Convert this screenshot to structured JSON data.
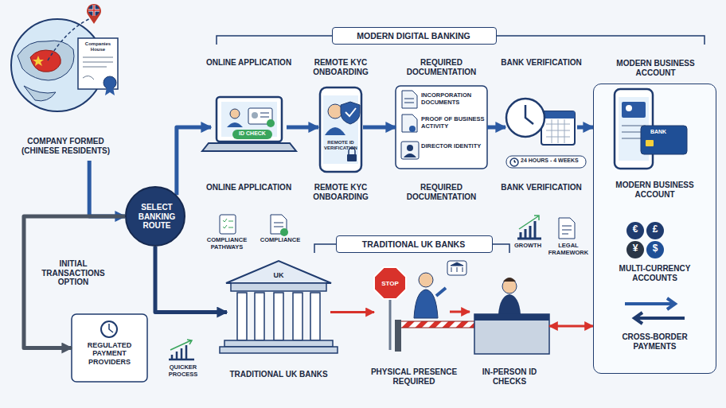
{
  "diagram": {
    "nodes": [
      {
        "text": [
          "COMPANY FORMED (CHINESE RESIDENTS)"
        ]
      },
      {
        "text": [
          "SELECT BANKING ROUTE"
        ]
      },
      {
        "text": [
          "MODERN DIGITAL BANKING"
        ]
      },
      {
        "text": [
          "ONLINE APPLICATION",
          "ID CHECK",
          "ONLINE APPLICATION"
        ]
      },
      {
        "text": [
          "REMOTE KYC ONBOARDING",
          "REMOTE ID VERIFICATION",
          "REMOTE KYC ONBOARDING"
        ]
      },
      {
        "text": [
          "REQUIRED DOCUMENTATION",
          "INCORPORATION DOCUMENTS",
          "PROOF OF BUSINESS ACTIVITY",
          "DIRECTOR IDENTITY",
          "REQUIRED DOCUMENTATION"
        ]
      },
      {
        "text": [
          "BANK VERIFICATION",
          "BANK VERIFICATION"
        ]
      },
      {
        "text": [
          "MODERN BUSINESS ACCOUNT",
          "BANK",
          "MODERN BUSINESS ACCOUNT",
          "MULTI-CURRENCY ACCOUNTS",
          "CROSS-BORDER PAYMENTS"
        ]
      },
      {
        "text": [
          "TRADITIONAL UK BANKS"
        ]
      },
      {
        "text": [
          "UK",
          "TRADITIONAL UK BANKS"
        ]
      },
      {
        "text": [
          "STOP",
          "PHYSICAL PRESENCE REQUIRED"
        ]
      },
      {
        "text": [
          "IN-PERSON ID CHECKS"
        ]
      },
      {
        "text": [
          "REGULATED PAYMENT PROVIDERS"
        ]
      }
    ],
    "edges": [
      {
        "from": 0,
        "to": 1,
        "arrow": "to"
      },
      {
        "from": 1,
        "to": 3,
        "arrow": "to"
      },
      {
        "from": 3,
        "to": 4,
        "arrow": "to"
      },
      {
        "from": 4,
        "to": 5,
        "arrow": "to"
      },
      {
        "from": 5,
        "to": 6,
        "arrow": "to"
      },
      {
        "from": 6,
        "to": 7,
        "arrow": "to"
      },
      {
        "from": 1,
        "to": 9,
        "arrow": "to"
      },
      {
        "from": 9,
        "to": 10,
        "arrow": "to"
      },
      {
        "from": 10,
        "to": 11,
        "arrow": "to"
      },
      {
        "from": 11,
        "to": 7,
        "arrow": "both"
      },
      {
        "from": 1,
        "to": 12,
        "arrow": "to"
      }
    ],
    "labels": [
      "Companies House",
      "INITIAL TRANSACTIONS OPTION",
      "COMPLIANCE PATHWAYS",
      "COMPLIANCE",
      "QUICKER PROCESS",
      "24 HOURS - 4 WEEKS",
      "GROWTH",
      "LEGAL FRAMEWORK",
      "€",
      "£",
      "¥",
      "$"
    ]
  }
}
